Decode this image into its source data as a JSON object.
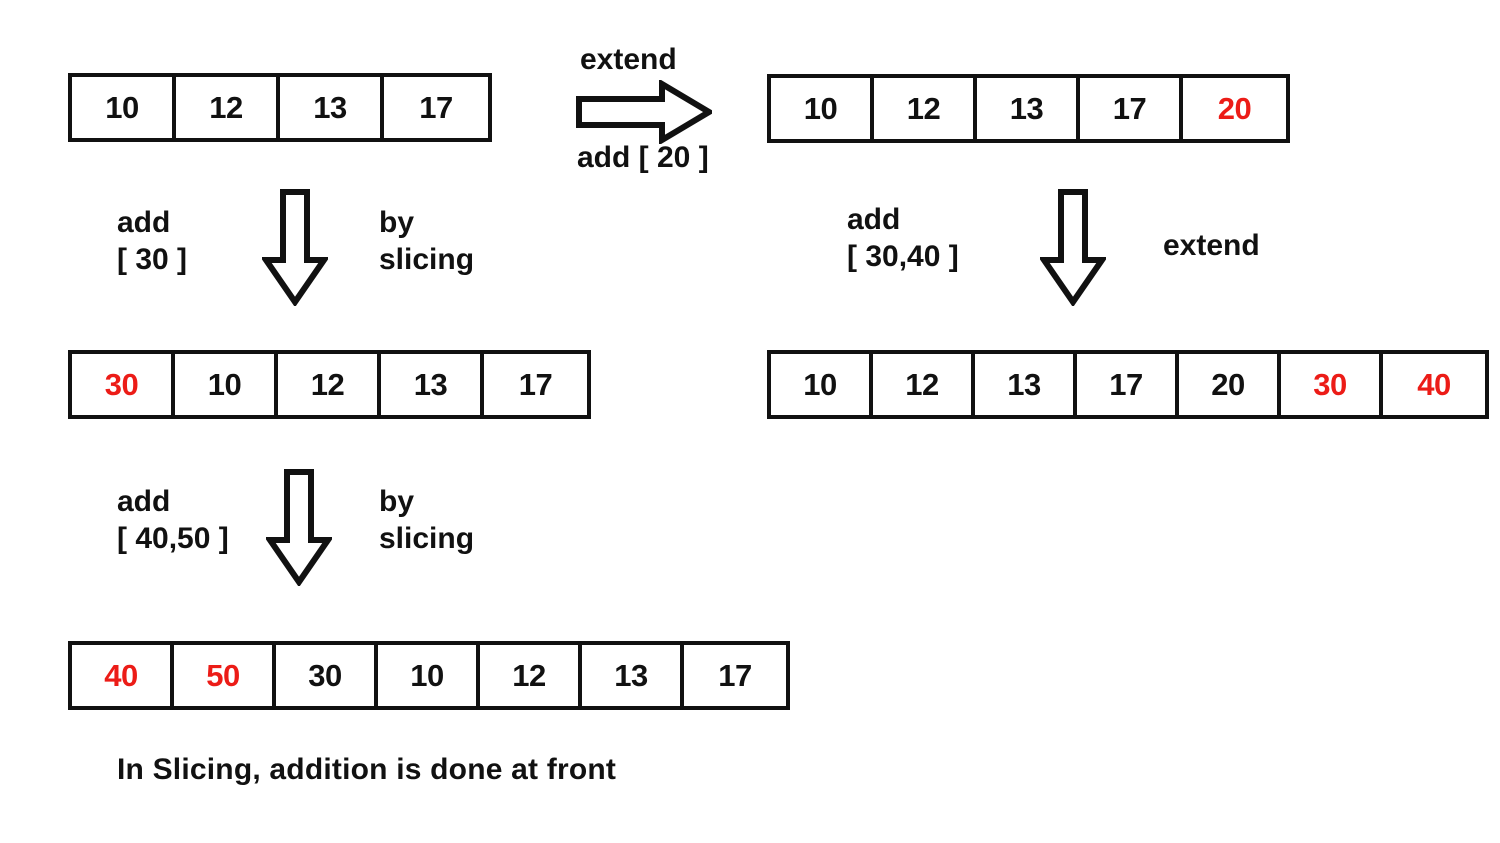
{
  "diagram": {
    "title_caption": "In Slicing, addition is done at front",
    "colors": {
      "highlight": "#ec1c17",
      "normal": "#111111",
      "background": "#ffffff",
      "border": "#111111"
    },
    "arrays": {
      "original": {
        "name": "original-list",
        "cells": [
          {
            "value": "10",
            "highlight": false
          },
          {
            "value": "12",
            "highlight": false
          },
          {
            "value": "13",
            "highlight": false
          },
          {
            "value": "17",
            "highlight": false
          }
        ]
      },
      "extended_one": {
        "name": "extend-add-20-result",
        "cells": [
          {
            "value": "10",
            "highlight": false
          },
          {
            "value": "12",
            "highlight": false
          },
          {
            "value": "13",
            "highlight": false
          },
          {
            "value": "17",
            "highlight": false
          },
          {
            "value": "20",
            "highlight": true
          }
        ]
      },
      "sliced_one": {
        "name": "slicing-add-30-result",
        "cells": [
          {
            "value": "30",
            "highlight": true
          },
          {
            "value": "10",
            "highlight": false
          },
          {
            "value": "12",
            "highlight": false
          },
          {
            "value": "13",
            "highlight": false
          },
          {
            "value": "17",
            "highlight": false
          }
        ]
      },
      "extended_two": {
        "name": "extend-add-30-40-result",
        "cells": [
          {
            "value": "10",
            "highlight": false
          },
          {
            "value": "12",
            "highlight": false
          },
          {
            "value": "13",
            "highlight": false
          },
          {
            "value": "17",
            "highlight": false
          },
          {
            "value": "20",
            "highlight": false
          },
          {
            "value": "30",
            "highlight": true
          },
          {
            "value": "40",
            "highlight": true
          }
        ]
      },
      "sliced_two": {
        "name": "slicing-add-40-50-result",
        "cells": [
          {
            "value": "40",
            "highlight": true
          },
          {
            "value": "50",
            "highlight": true
          },
          {
            "value": "30",
            "highlight": false
          },
          {
            "value": "10",
            "highlight": false
          },
          {
            "value": "12",
            "highlight": false
          },
          {
            "value": "13",
            "highlight": false
          },
          {
            "value": "17",
            "highlight": false
          }
        ]
      }
    },
    "transitions": {
      "extend_right": {
        "method_label": "extend",
        "operation_label": "add [ 20 ]"
      },
      "slice_down_left_1": {
        "operation_label": "add\n[ 30 ]",
        "method_label": "by\nslicing"
      },
      "extend_down_right": {
        "operation_label": "add\n[ 30,40 ]",
        "method_label": "extend"
      },
      "slice_down_left_2": {
        "operation_label": "add\n[ 40,50 ]",
        "method_label": "by\nslicing"
      }
    }
  }
}
